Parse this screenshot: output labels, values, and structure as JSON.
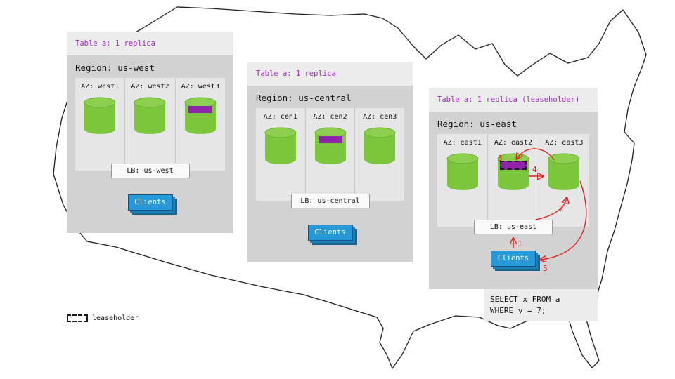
{
  "legend": {
    "label": "leaseholder",
    "swatch_icon": "dashed-rectangle"
  },
  "sql": {
    "line1": "SELECT x FROM a",
    "line2": "WHERE y = 7;"
  },
  "flow_steps": [
    "1",
    "2",
    "3",
    "4",
    "5"
  ],
  "colors": {
    "header_text_purple": "#a32cc4",
    "replica_band_purple": "#8e24aa",
    "cylinder_green": "#7cc63b",
    "clients_blue": "#2798d8",
    "arrow_red": "#e02020",
    "panel_gray": "#d2d2d2"
  },
  "panels": [
    {
      "header": "Table a: 1 replica",
      "region": "Region: us-west",
      "azs": [
        "AZ: west1",
        "AZ: west2",
        "AZ: west3"
      ],
      "replica_az": "AZ: west3",
      "lb": "LB: us-west",
      "clients": "Clients"
    },
    {
      "header": "Table a: 1 replica",
      "region": "Region: us-central",
      "azs": [
        "AZ: cen1",
        "AZ: cen2",
        "AZ: cen3"
      ],
      "replica_az": "AZ: cen2",
      "lb": "LB: us-central",
      "clients": "Clients"
    },
    {
      "header": "Table a: 1 replica (leaseholder)",
      "region": "Region: us-east",
      "azs": [
        "AZ: east1",
        "AZ: east2",
        "AZ: east3"
      ],
      "replica_az": "AZ: east2",
      "leaseholder": "true",
      "lb": "LB: us-east",
      "clients": "Clients"
    }
  ]
}
